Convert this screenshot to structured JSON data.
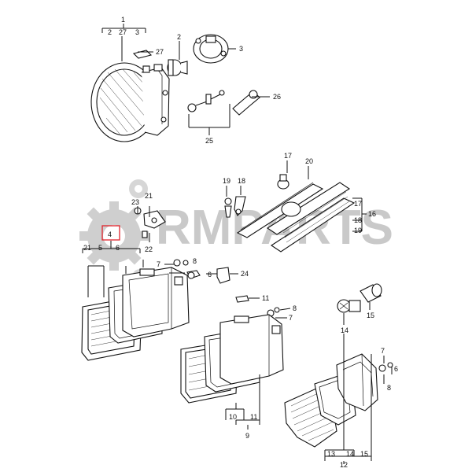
{
  "watermark": {
    "text": "RMPARTS",
    "color": "#c9c9c9"
  },
  "highlight_color": "#e0242c",
  "callouts": {
    "round_group_top": "1",
    "round_group_sub": [
      "2",
      "27",
      "3"
    ],
    "round_parts": [
      "2",
      "27",
      "3",
      "26",
      "25"
    ],
    "rect_group_top": "4",
    "rect_group_sub": [
      "21",
      "5",
      "6"
    ],
    "left_parts": [
      "23",
      "21",
      "22",
      "7",
      "8",
      "6",
      "24",
      "11",
      "8",
      "7"
    ],
    "marker_parts": [
      "17",
      "20",
      "19",
      "18"
    ],
    "marker_bracket": [
      "17",
      "18",
      "19"
    ],
    "marker_group": "16",
    "bulb_parts": [
      "14",
      "15"
    ],
    "fog_bottom": [
      "10",
      "11"
    ],
    "fog_group": "9",
    "signal_parts": [
      "7",
      "6",
      "8"
    ],
    "signal_bottom": [
      "13",
      "14",
      "15"
    ],
    "signal_group": "12"
  }
}
